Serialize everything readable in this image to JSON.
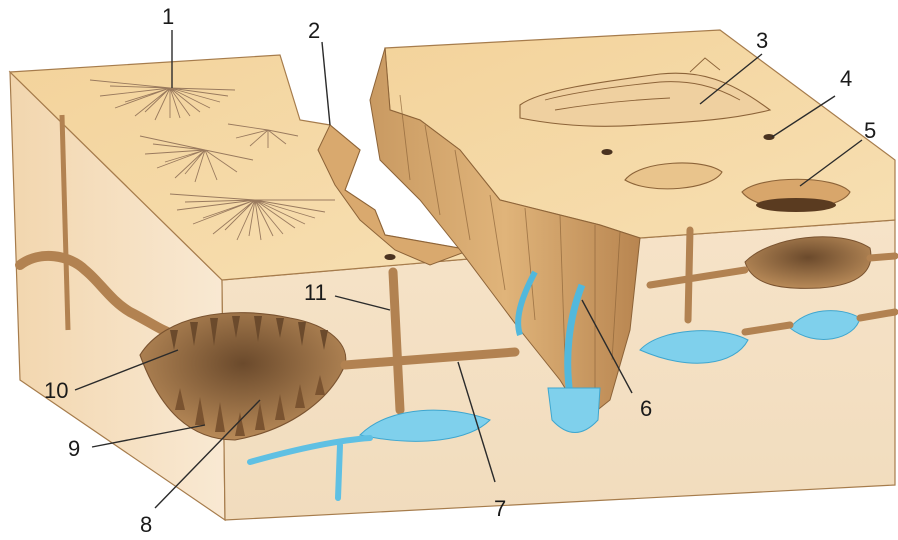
{
  "labels": [
    {
      "id": "1",
      "text": "1"
    },
    {
      "id": "2",
      "text": "2"
    },
    {
      "id": "3",
      "text": "3"
    },
    {
      "id": "4",
      "text": "4"
    },
    {
      "id": "5",
      "text": "5"
    },
    {
      "id": "6",
      "text": "6"
    },
    {
      "id": "7",
      "text": "7"
    },
    {
      "id": "8",
      "text": "8"
    },
    {
      "id": "9",
      "text": "9"
    },
    {
      "id": "10",
      "text": "10"
    },
    {
      "id": "11",
      "text": "11"
    }
  ],
  "colors": {
    "top_surface": "#f5d9a6",
    "side_face": "#f8e6cc",
    "front_face": "#f3e0c4",
    "rock_edge": "#a67c4c",
    "cave_brown": "#b28251",
    "water": "#7fd0ec",
    "water_dark": "#3ea6cf",
    "karren_lines": "#8a6a52"
  }
}
